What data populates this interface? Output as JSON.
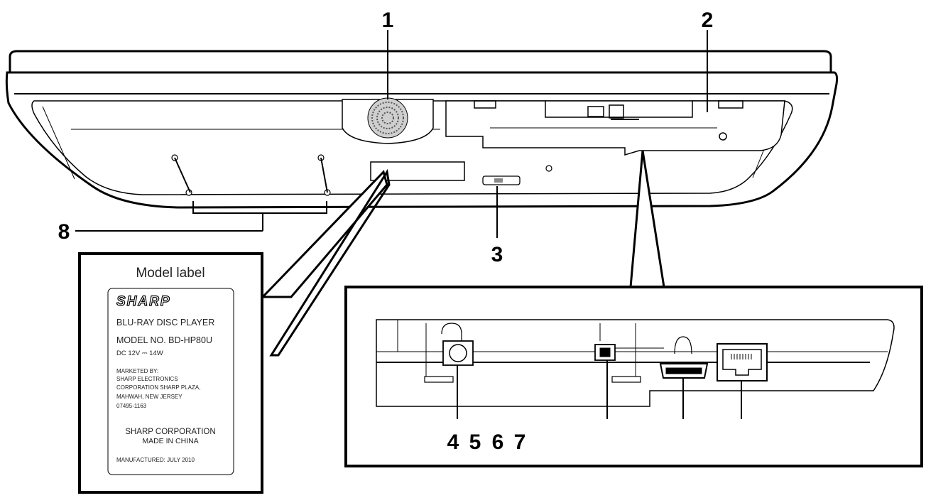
{
  "callouts": {
    "c1": "1",
    "c2": "2",
    "c3": "3",
    "c4": "4",
    "c5": "5",
    "c6": "6",
    "c7": "7",
    "c8": "8"
  },
  "model_label": {
    "heading": "Model label",
    "brand": "SHARP",
    "product": "BLU-RAY DISC PLAYER",
    "model_no": "MODEL NO.  BD-HP80U",
    "power": "DC 12V ⎓      14W",
    "marketed_lines": [
      "MARKETED BY:",
      "SHARP ELECTRONICS",
      "CORPORATION SHARP PLAZA,",
      "MAHWAH, NEW JERSEY",
      "07495-1163"
    ],
    "corp": "SHARP CORPORATION",
    "made_in": "MADE IN CHINA",
    "manufactured": "MANUFACTURED:  JULY  2010"
  }
}
